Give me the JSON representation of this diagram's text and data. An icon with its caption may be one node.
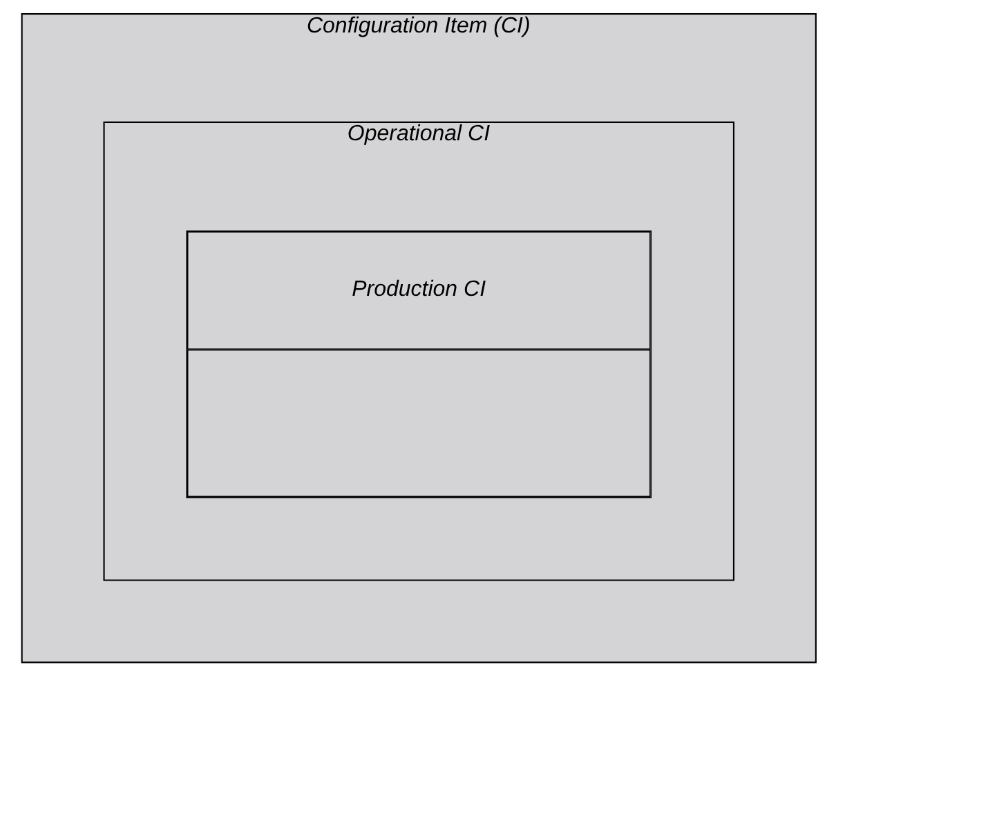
{
  "diagram": {
    "nodes": [
      {
        "text": [
          "Configuration Item (CI)"
        ]
      },
      {
        "text": [
          "Operational CI"
        ],
        "in": 0
      },
      {
        "text": [
          "Production CI"
        ],
        "in": 1
      }
    ]
  }
}
